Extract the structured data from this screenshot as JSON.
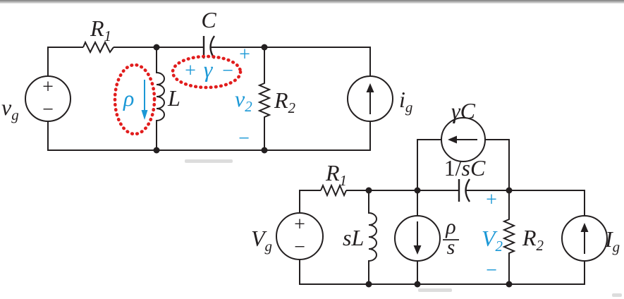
{
  "colors": {
    "wire": "#231f20",
    "annotation_blue": "#1b98d6",
    "highlight_red": "#e11d1d",
    "background": "#ffffff"
  },
  "time_domain_circuit": {
    "voltage_source": {
      "symbol": "v",
      "subscript": "g",
      "plus": "+",
      "minus": "−"
    },
    "resistor_1": {
      "symbol": "R",
      "subscript": "1"
    },
    "capacitor": {
      "symbol": "C"
    },
    "inductor": {
      "symbol": "L"
    },
    "inductor_initial_current": {
      "symbol": "ρ"
    },
    "capacitor_initial_voltage": {
      "plus": "+",
      "symbol": "γ",
      "minus": "−"
    },
    "resistor_2": {
      "symbol": "R",
      "subscript": "2"
    },
    "output_voltage": {
      "symbol": "v",
      "subscript": "2",
      "plus": "+",
      "minus": "−"
    },
    "current_source": {
      "symbol": "i",
      "subscript": "g"
    }
  },
  "s_domain_circuit": {
    "voltage_source": {
      "symbol": "V",
      "subscript": "g",
      "plus": "+",
      "minus": "−"
    },
    "resistor_1": {
      "symbol": "R",
      "subscript": "1"
    },
    "inductor": {
      "symbol": "sL"
    },
    "inductor_initial_current_source": {
      "numerator": "ρ",
      "denominator": "s"
    },
    "capacitor_initial_voltage_source": {
      "symbol": "γC"
    },
    "capacitor": {
      "prefix": "1/",
      "symbol": "sC"
    },
    "resistor_2": {
      "symbol": "R",
      "subscript": "2"
    },
    "output_voltage": {
      "symbol": "V",
      "subscript": "2",
      "plus": "+",
      "minus": "−"
    },
    "current_source": {
      "symbol": "I",
      "subscript": "g"
    }
  }
}
